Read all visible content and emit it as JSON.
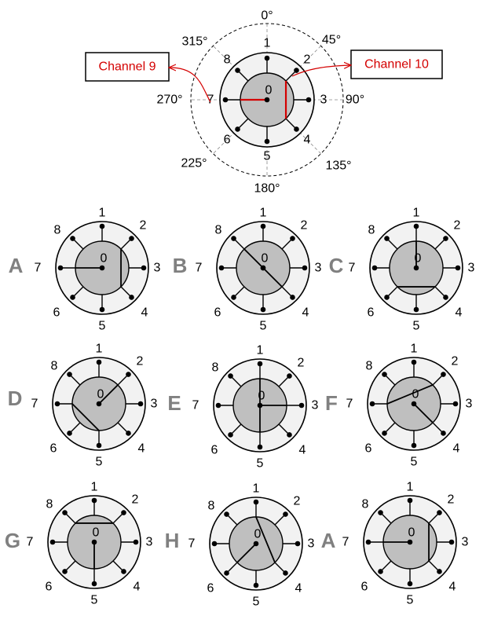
{
  "angles": [
    "0°",
    "45°",
    "90°",
    "135°",
    "180°",
    "225°",
    "270°",
    "315°"
  ],
  "channel_left": "Channel 9",
  "channel_right": "Channel 10",
  "center_label": "0",
  "port_labels": [
    "1",
    "2",
    "3",
    "4",
    "5",
    "6",
    "7",
    "8"
  ],
  "colors": {
    "outer": "#f2f2f2",
    "inner": "#bfbfbf",
    "accent": "#d40000",
    "letter": "#808080"
  },
  "top_valve": {
    "connections": [
      [
        7,
        0
      ],
      [
        2,
        4
      ]
    ]
  },
  "valves": [
    {
      "letter": "A",
      "connections": [
        [
          7,
          0
        ],
        [
          2,
          4
        ]
      ]
    },
    {
      "letter": "B",
      "connections": [
        [
          8,
          0
        ],
        [
          0,
          4
        ]
      ]
    },
    {
      "letter": "C",
      "connections": [
        [
          1,
          0
        ],
        [
          6,
          4
        ]
      ]
    },
    {
      "letter": "D",
      "connections": [
        [
          2,
          0
        ],
        [
          7,
          5
        ]
      ]
    },
    {
      "letter": "E",
      "connections": [
        [
          3,
          0
        ],
        [
          1,
          5
        ]
      ]
    },
    {
      "letter": "F",
      "connections": [
        [
          4,
          0
        ],
        [
          7,
          2
        ]
      ]
    },
    {
      "letter": "G",
      "connections": [
        [
          5,
          0
        ],
        [
          8,
          2
        ]
      ]
    },
    {
      "letter": "H",
      "connections": [
        [
          6,
          0
        ],
        [
          1,
          4
        ]
      ]
    },
    {
      "letter": "A",
      "connections": [
        [
          7,
          0
        ],
        [
          2,
          4
        ]
      ]
    }
  ]
}
